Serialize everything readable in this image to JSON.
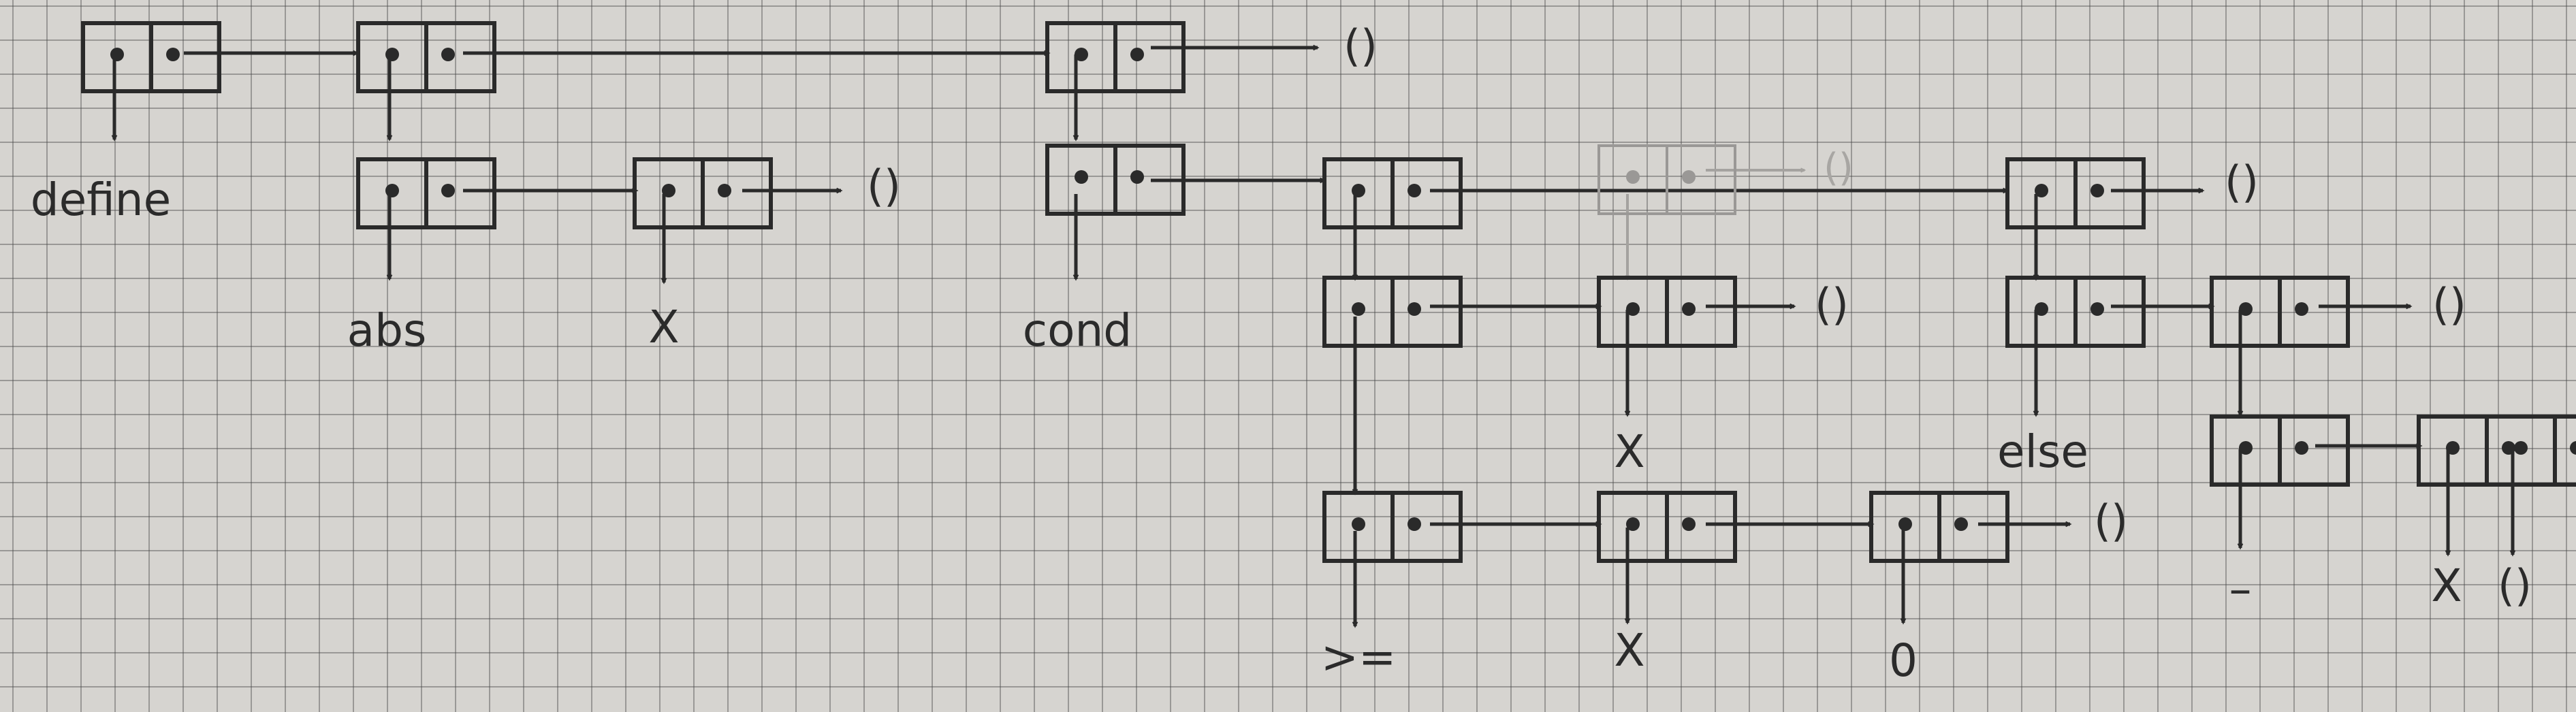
{
  "diagram": {
    "cells": [
      {
        "id": "c1"
      },
      {
        "id": "c2"
      },
      {
        "id": "c3"
      },
      {
        "id": "c4"
      },
      {
        "id": "c5"
      },
      {
        "id": "c6"
      },
      {
        "id": "c7"
      },
      {
        "id": "c8"
      },
      {
        "id": "c9"
      },
      {
        "id": "c10"
      },
      {
        "id": "c11"
      },
      {
        "id": "c12"
      },
      {
        "id": "c13"
      },
      {
        "id": "c14"
      },
      {
        "id": "c15"
      },
      {
        "id": "c16"
      },
      {
        "id": "c17"
      },
      {
        "id": "c18"
      },
      {
        "id": "g1",
        "faint": true
      }
    ],
    "atoms": {
      "define": "define",
      "abs": "abs",
      "x_param": "X",
      "cond": "cond",
      "x_test": "X",
      "gte": ">=",
      "x_cmp": "X",
      "zero": "0",
      "else": "else",
      "minus": "–",
      "x_neg": "X",
      "nil": "()"
    },
    "nil_label": "()",
    "links": [
      {
        "from": "c1.car",
        "to": "define"
      },
      {
        "from": "c1.cdr",
        "to": "c2"
      },
      {
        "from": "c2.car",
        "to": "c4"
      },
      {
        "from": "c2.cdr",
        "to": "c3"
      },
      {
        "from": "c3.car",
        "to": "c6"
      },
      {
        "from": "c3.cdr",
        "to": "nil"
      },
      {
        "from": "c4.car",
        "to": "abs"
      },
      {
        "from": "c4.cdr",
        "to": "c5"
      },
      {
        "from": "c5.car",
        "to": "x_param"
      },
      {
        "from": "c5.cdr",
        "to": "nil"
      },
      {
        "from": "c6.car",
        "to": "cond"
      },
      {
        "from": "c6.cdr",
        "to": "c7"
      },
      {
        "from": "c7.car",
        "to": "c9"
      },
      {
        "from": "c7.cdr",
        "to": "c8"
      },
      {
        "from": "c8.car",
        "to": "c14"
      },
      {
        "from": "c8.cdr",
        "to": "nil"
      },
      {
        "from": "c9.car",
        "to": "c11"
      },
      {
        "from": "c9.cdr",
        "to": "c10"
      },
      {
        "from": "c10.car",
        "to": "x_test"
      },
      {
        "from": "c10.cdr",
        "to": "nil"
      },
      {
        "from": "c11.car",
        "to": "gte"
      },
      {
        "from": "c11.cdr",
        "to": "c12"
      },
      {
        "from": "c12.car",
        "to": "x_cmp"
      },
      {
        "from": "c12.cdr",
        "to": "c13"
      },
      {
        "from": "c13.car",
        "to": "zero"
      },
      {
        "from": "c13.cdr",
        "to": "nil"
      },
      {
        "from": "c14.car",
        "to": "else"
      },
      {
        "from": "c14.cdr",
        "to": "c15"
      },
      {
        "from": "c15.car",
        "to": "c16"
      },
      {
        "from": "c15.cdr",
        "to": "nil"
      },
      {
        "from": "c16.car",
        "to": "minus"
      },
      {
        "from": "c16.cdr",
        "to": "c17"
      },
      {
        "from": "c17.car",
        "to": "x_neg"
      },
      {
        "from": "c17.cdr",
        "to": "nil"
      }
    ]
  }
}
